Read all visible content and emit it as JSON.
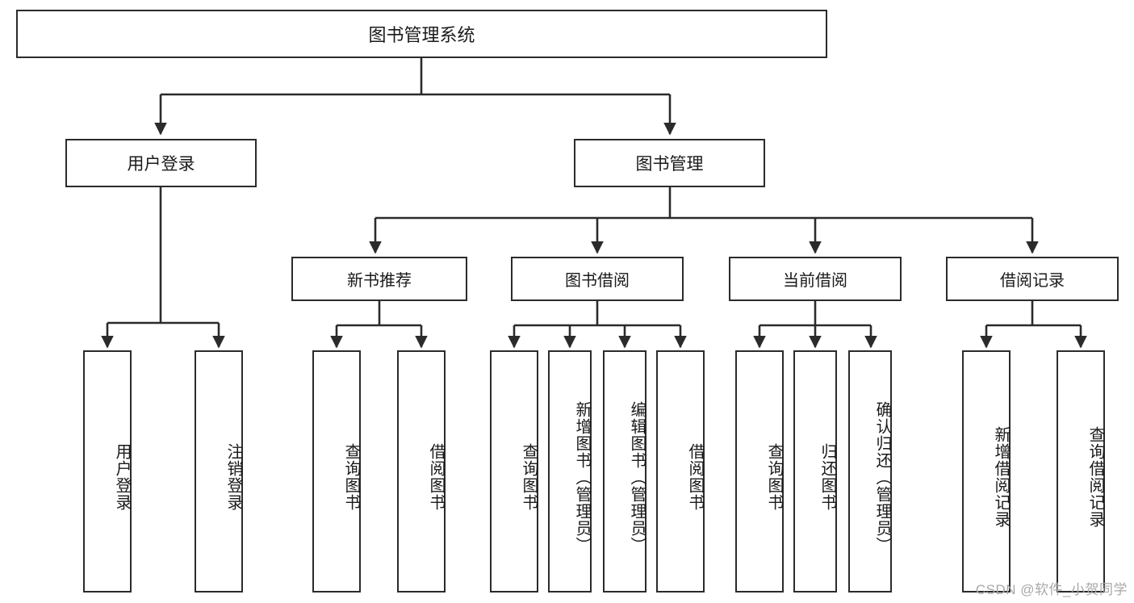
{
  "diagram": {
    "title": "图书管理系统",
    "type": "tree-hierarchy-diagram",
    "watermark": "CSDN @软件_小贺同学",
    "colors": {
      "background": "#ffffff",
      "border": "#2b2b2b",
      "text": "#1a1a1a",
      "connector": "#2b2b2b",
      "watermark": "#a8a8a8"
    },
    "root": {
      "label": "图书管理系统"
    },
    "level1": [
      {
        "label": "用户登录"
      },
      {
        "label": "图书管理"
      }
    ],
    "level2": [
      {
        "label": "新书推荐"
      },
      {
        "label": "图书借阅"
      },
      {
        "label": "当前借阅"
      },
      {
        "label": "借阅记录"
      }
    ],
    "leaves": {
      "user_login": [
        {
          "label": "用户登录"
        },
        {
          "label": "注销登录"
        }
      ],
      "new_book_recommend": [
        {
          "label": "查询图书"
        },
        {
          "label": "借阅图书"
        }
      ],
      "book_borrow": [
        {
          "label": "查询图书"
        },
        {
          "label": "新增图书（管理员）"
        },
        {
          "label": "编辑图书（管理员）"
        },
        {
          "label": "借阅图书"
        }
      ],
      "current_borrow": [
        {
          "label": "查询图书"
        },
        {
          "label": "归还图书"
        },
        {
          "label": "确认归还（管理员）"
        }
      ],
      "borrow_record": [
        {
          "label": "新增借阅记录"
        },
        {
          "label": "查询借阅记录"
        }
      ]
    }
  }
}
